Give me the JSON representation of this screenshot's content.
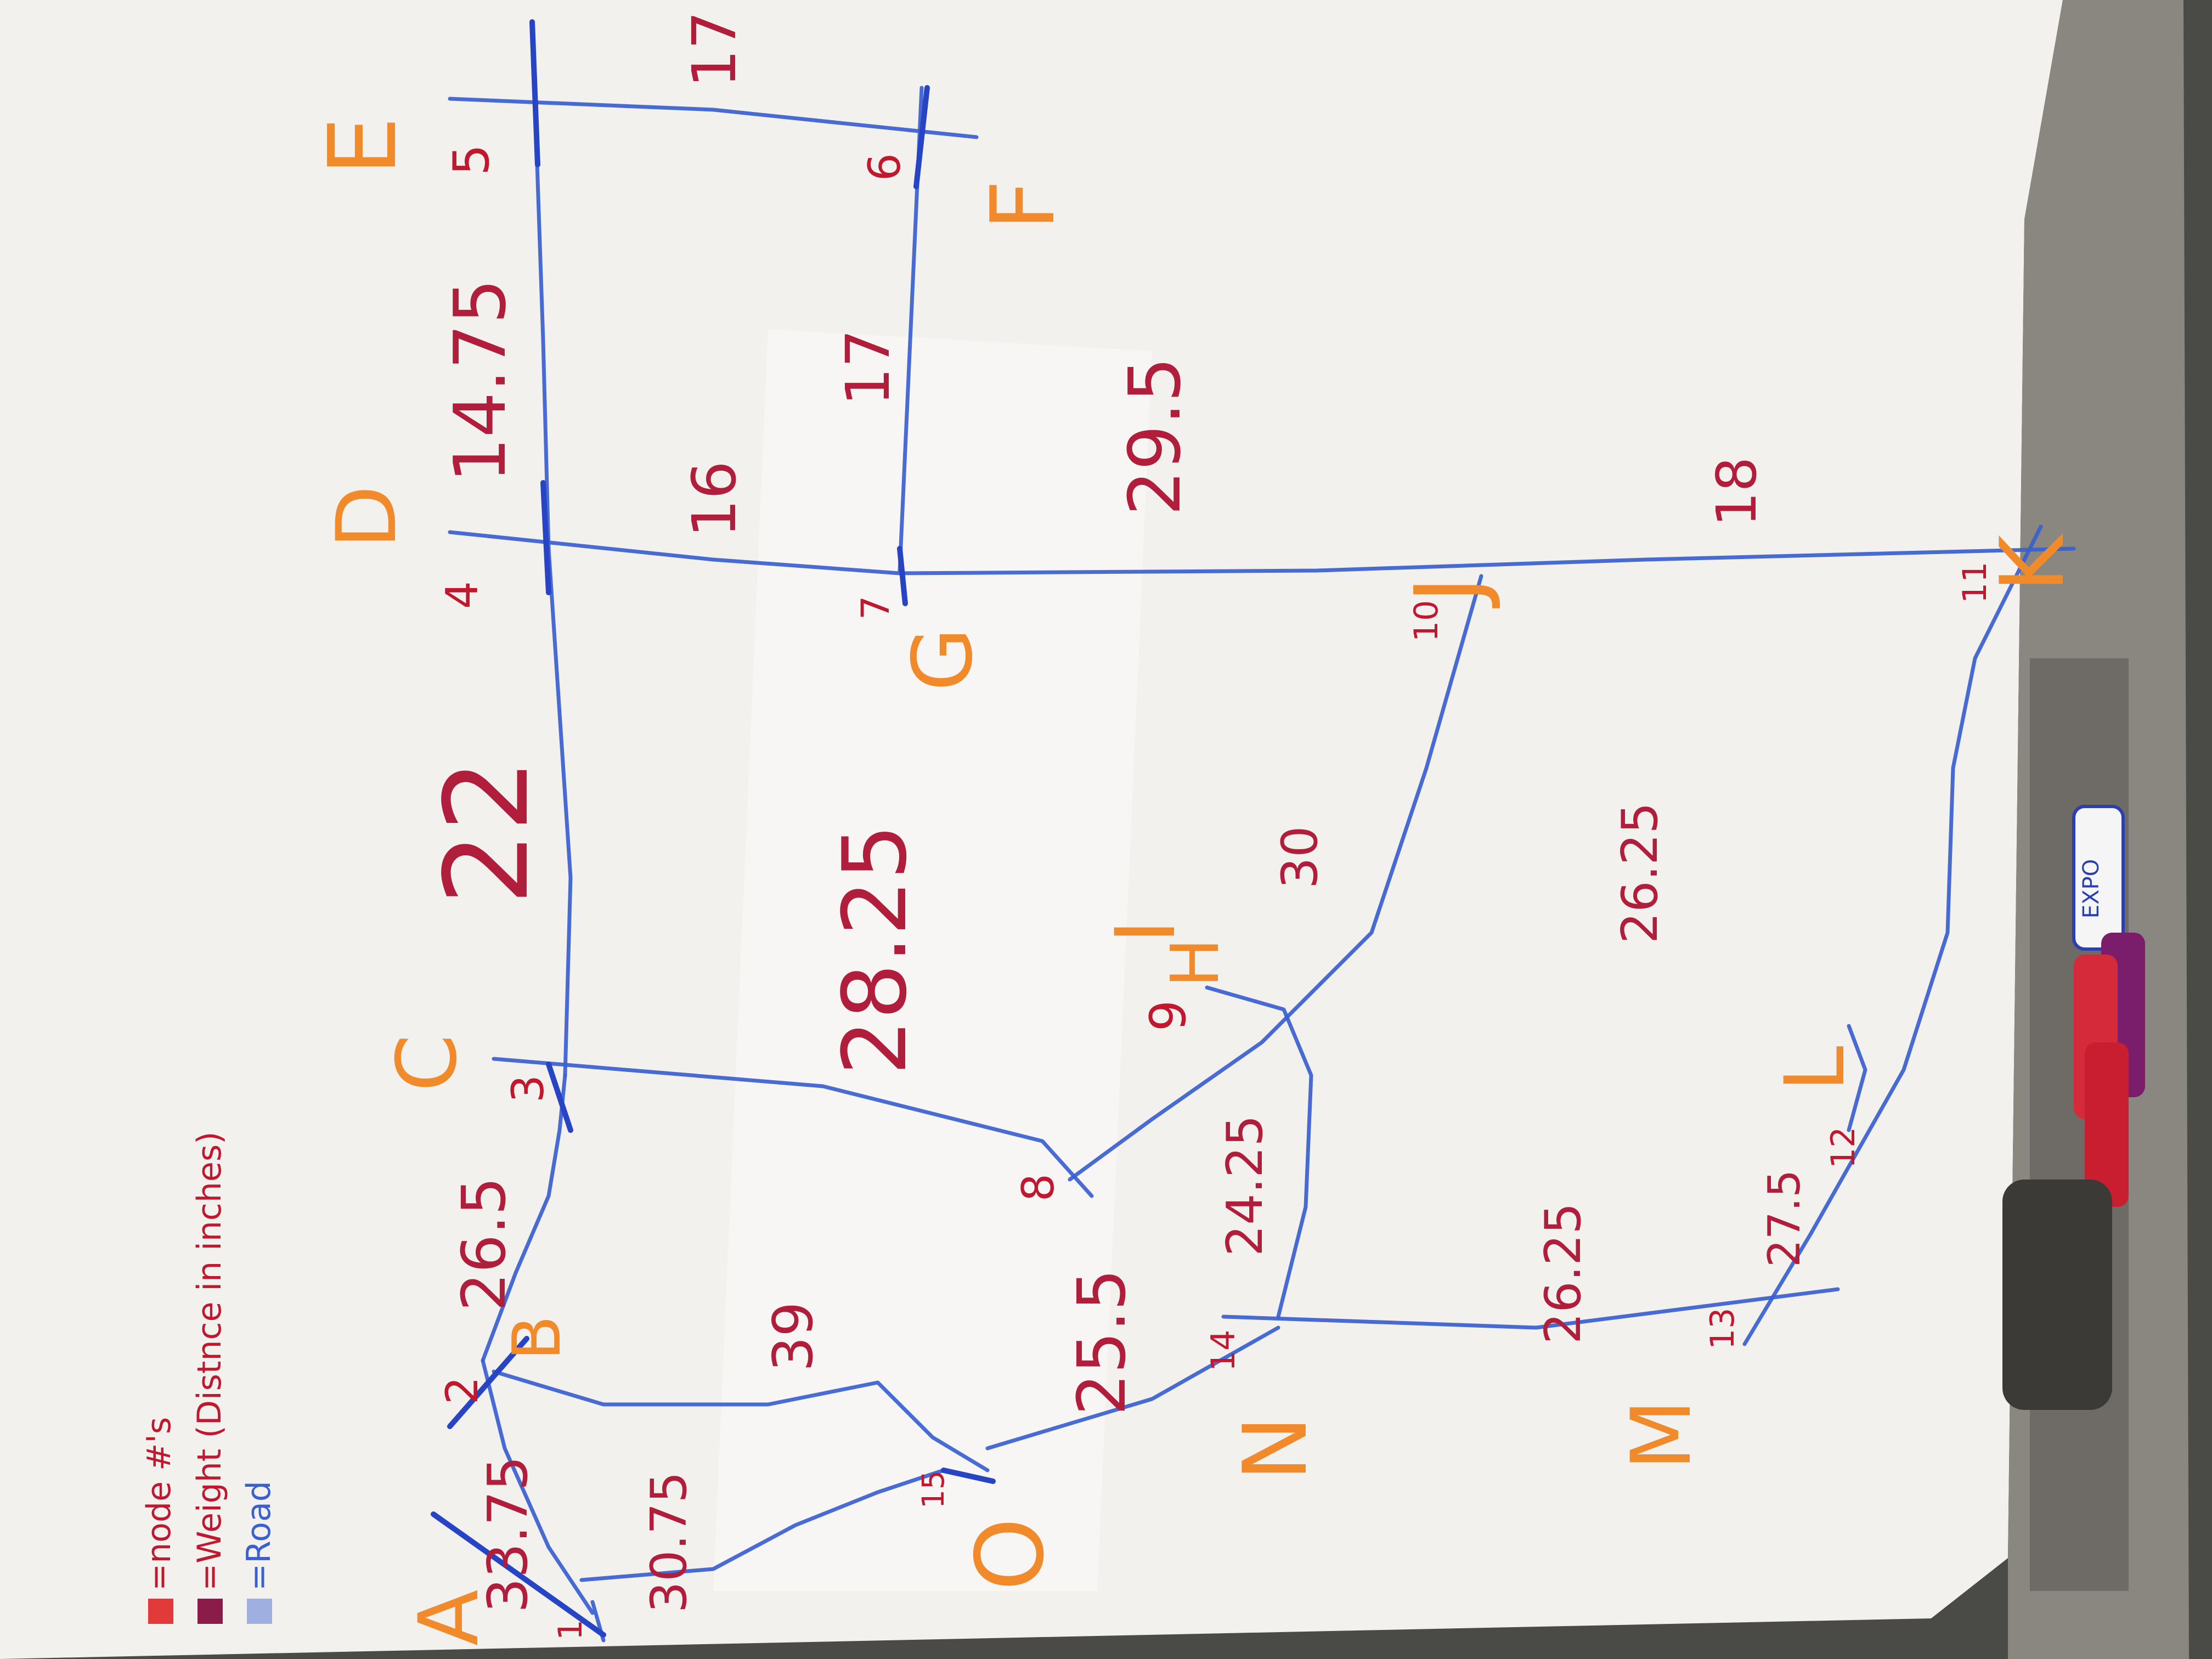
{
  "legend": {
    "node_label": "=node #'s",
    "weight_label": "=Weight (Distnce in inches)",
    "road_label": "=Road"
  },
  "colors": {
    "node_letter": "#f08a2a",
    "weight": "#b01e3c",
    "node_number": "#c0182e",
    "road": "#3a5fd0",
    "board": "#f3f1ee"
  },
  "nodes": [
    {
      "letter": "A",
      "number": "1"
    },
    {
      "letter": "B",
      "number": "2"
    },
    {
      "letter": "C",
      "number": "3"
    },
    {
      "letter": "D",
      "number": "4"
    },
    {
      "letter": "E",
      "number": "5"
    },
    {
      "letter": "F",
      "number": "6"
    },
    {
      "letter": "G",
      "number": "7"
    },
    {
      "letter": "H",
      "number": "8"
    },
    {
      "letter": "I",
      "number": "9"
    },
    {
      "letter": "J",
      "number": "10"
    },
    {
      "letter": "K",
      "number": "11"
    },
    {
      "letter": "L",
      "number": "12"
    },
    {
      "letter": "M",
      "number": "13"
    },
    {
      "letter": "N",
      "number": "14"
    },
    {
      "letter": "O",
      "number": "15"
    }
  ],
  "edges": [
    {
      "from": "1",
      "to": "2",
      "weight": "33.75"
    },
    {
      "from": "2",
      "to": "3",
      "weight": "26.5"
    },
    {
      "from": "3",
      "to": "4",
      "weight": "22"
    },
    {
      "from": "4",
      "to": "5",
      "weight": "14.75"
    },
    {
      "from": "5",
      "to": "6",
      "weight": "17"
    },
    {
      "from": "6",
      "to": "7",
      "weight": "17"
    },
    {
      "from": "4",
      "to": "7",
      "weight": "16"
    },
    {
      "from": "7",
      "to": "10",
      "weight": "29.5"
    },
    {
      "from": "10",
      "to": "11",
      "weight": "18"
    },
    {
      "from": "3",
      "to": "8",
      "weight": "28.25"
    },
    {
      "from": "9",
      "to": "10",
      "weight": "30"
    },
    {
      "from": "11",
      "to": "12",
      "weight": "26.25"
    },
    {
      "from": "12",
      "to": "13",
      "weight": "27.5"
    },
    {
      "from": "14",
      "to": "13",
      "weight": "26.25"
    },
    {
      "from": "9",
      "to": "14",
      "weight": "24.25"
    },
    {
      "from": "14",
      "to": "15",
      "weight": "25.5"
    },
    {
      "from": "2",
      "to": "15",
      "weight": "39"
    },
    {
      "from": "1",
      "to": "15",
      "weight": "30.75"
    }
  ],
  "marker_brand": "EXPO"
}
